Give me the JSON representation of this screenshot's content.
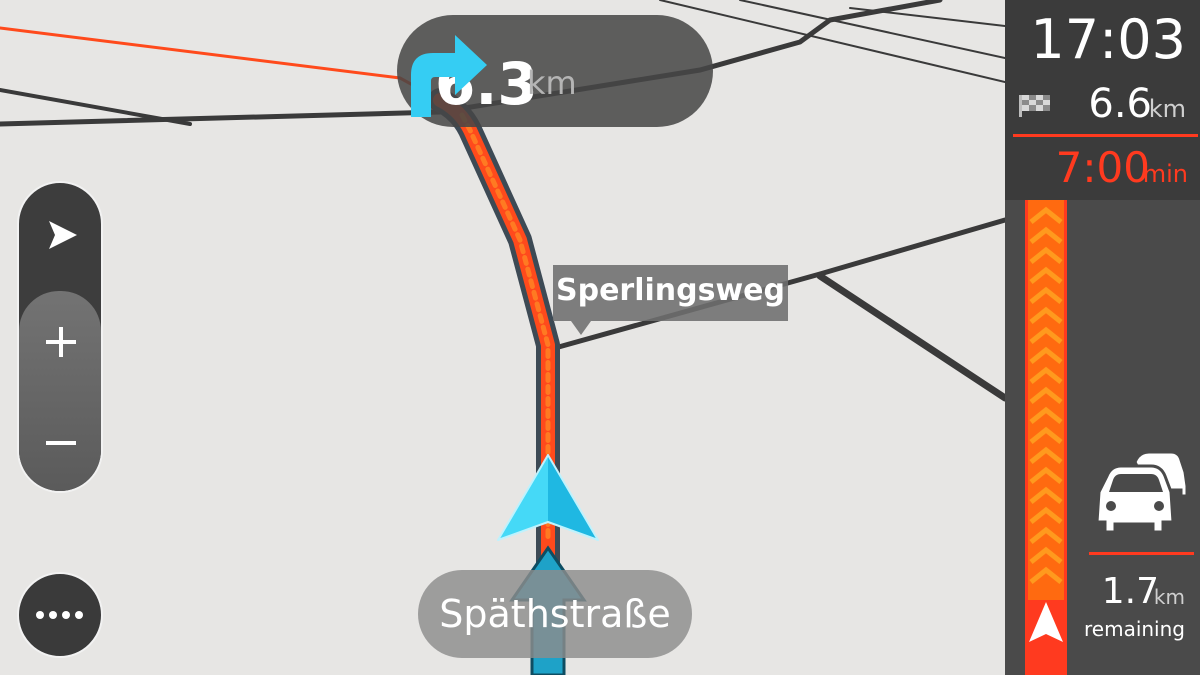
{
  "instruction": {
    "distance": "6.3",
    "unit": "km",
    "turn_icon": "turn-right-arrow-icon"
  },
  "callout": {
    "street_name": "Sperlingsweg"
  },
  "current_street": {
    "name": "Späthstraße"
  },
  "controls": {
    "mode_icon": "arrow-cursor-icon",
    "zoom_in_icon": "plus-icon",
    "zoom_out_icon": "minus-icon",
    "menu_icon": "more-dots-icon"
  },
  "route_bar": {
    "clock": "17:03",
    "destination_icon": "checkered-flag-icon",
    "distance_to_destination": "6.6",
    "distance_unit": "km",
    "eta": "7:00",
    "eta_unit": "min",
    "traffic_icon": "traffic-jam-cars-icon",
    "traffic_remaining": "1.7",
    "traffic_remaining_unit": "km",
    "traffic_remaining_label": "remaining",
    "position_icon": "position-arrow-icon"
  },
  "colors": {
    "route": "#ff4a1c",
    "traffic": "#ff6a10",
    "arrow": "#2fd3f5",
    "alert": "#ff3a1f",
    "map_bg": "#e7e6e4"
  }
}
